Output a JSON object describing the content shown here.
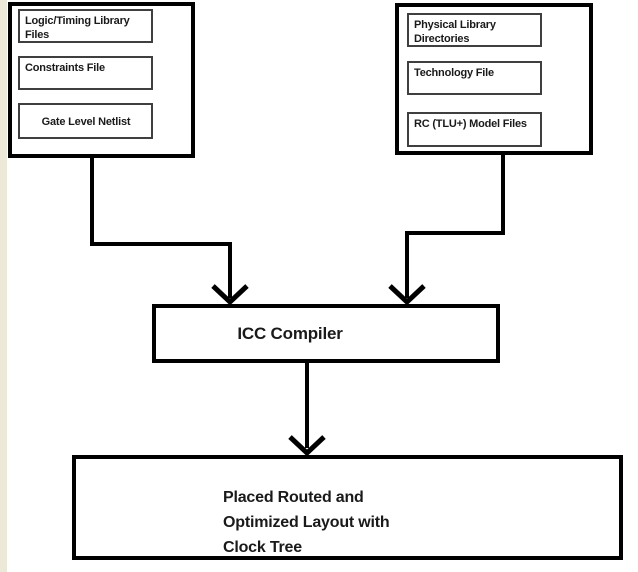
{
  "diagram": {
    "left_group": {
      "items": [
        "Logic/Timing Library Files",
        "Constraints File",
        "Gate Level Netlist"
      ]
    },
    "right_group": {
      "items": [
        "Physical Library Directories",
        "Technology File",
        "RC (TLU+) Model Files"
      ]
    },
    "compiler_label": "ICC Compiler",
    "output_lines": [
      "Placed Routed and",
      "Optimized Layout with",
      "Clock Tree"
    ]
  },
  "colors": {
    "line": "#000000",
    "box_border": "#000000",
    "inner_box_border": "#3f3f3f",
    "page_strip": "#ece9d8",
    "background": "#ffffff"
  }
}
